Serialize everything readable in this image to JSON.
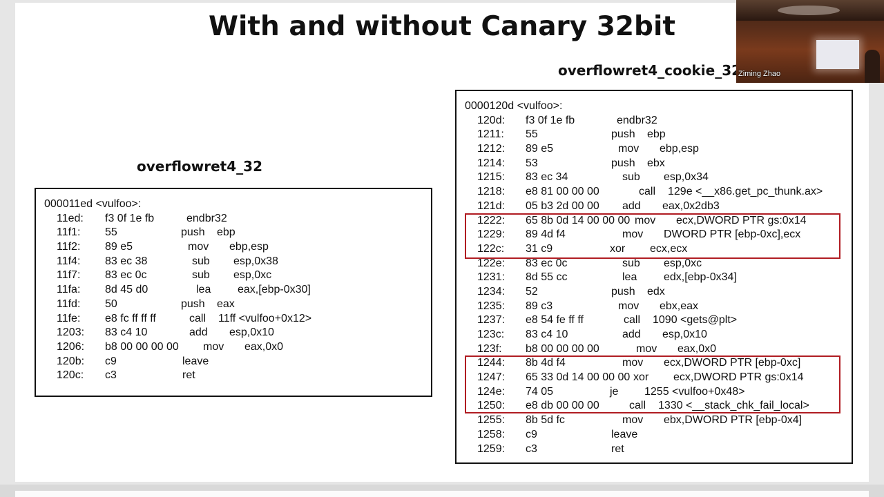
{
  "slide": {
    "title": "With and without Canary 32bit",
    "left_label": "overflowret4_32",
    "right_label": "overflowret4_cookie_32"
  },
  "video": {
    "participant_name": "Ziming Zhao"
  },
  "left_listing": [
    {
      "text": "000011ed <vulfoo>:"
    },
    {
      "addr": "11ed:",
      "bytes": "f3 0f 1e fb",
      "mnem": "endbr32",
      "ops": ""
    },
    {
      "addr": "11f1:",
      "bytes": "55",
      "mnem": "push",
      "ops": "ebp"
    },
    {
      "addr": "11f2:",
      "bytes": "89 e5",
      "mnem": "mov",
      "ops": "ebp,esp"
    },
    {
      "addr": "11f4:",
      "bytes": "83 ec 38",
      "mnem": "sub",
      "ops": "esp,0x38"
    },
    {
      "addr": "11f7:",
      "bytes": "83 ec 0c",
      "mnem": "sub",
      "ops": "esp,0xc"
    },
    {
      "addr": "11fa:",
      "bytes": "8d 45 d0",
      "mnem": "lea",
      "ops": "eax,[ebp-0x30]"
    },
    {
      "addr": "11fd:",
      "bytes": "50",
      "mnem": "push",
      "ops": "eax"
    },
    {
      "addr": "11fe:",
      "bytes": "e8 fc ff ff ff",
      "mnem": "call",
      "ops": "11ff <vulfoo+0x12>"
    },
    {
      "addr": "1203:",
      "bytes": "83 c4 10",
      "mnem": "add",
      "ops": "esp,0x10"
    },
    {
      "addr": "1206:",
      "bytes": "b8 00 00 00 00",
      "mnem": "mov",
      "ops": "eax,0x0"
    },
    {
      "addr": "120b:",
      "bytes": "c9",
      "mnem": "leave",
      "ops": ""
    },
    {
      "addr": "120c:",
      "bytes": "c3",
      "mnem": "ret",
      "ops": ""
    }
  ],
  "right_listing": [
    {
      "text": "0000120d <vulfoo>:"
    },
    {
      "addr": "120d:",
      "bytes": "f3 0f 1e fb",
      "mnem": "endbr32",
      "ops": ""
    },
    {
      "addr": "1211:",
      "bytes": "55",
      "mnem": "push",
      "ops": "ebp"
    },
    {
      "addr": "1212:",
      "bytes": "89 e5",
      "mnem": "mov",
      "ops": "ebp,esp"
    },
    {
      "addr": "1214:",
      "bytes": "53",
      "mnem": "push",
      "ops": "ebx"
    },
    {
      "addr": "1215:",
      "bytes": "83 ec 34",
      "mnem": "sub",
      "ops": "esp,0x34"
    },
    {
      "addr": "1218:",
      "bytes": "e8 81 00 00 00",
      "mnem": "call",
      "ops": "129e <__x86.get_pc_thunk.ax>"
    },
    {
      "addr": "121d:",
      "bytes": "05 b3 2d 00 00",
      "mnem": "add",
      "ops": "eax,0x2db3"
    },
    {
      "addr": "1222:",
      "bytes": "65 8b 0d 14 00 00 00",
      "mnem": "mov",
      "ops": "ecx,DWORD PTR gs:0x14"
    },
    {
      "addr": "1229:",
      "bytes": "89 4d f4",
      "mnem": "mov",
      "ops": "DWORD PTR [ebp-0xc],ecx"
    },
    {
      "addr": "122c:",
      "bytes": "31 c9",
      "mnem": "xor",
      "ops": "ecx,ecx"
    },
    {
      "addr": "122e:",
      "bytes": "83 ec 0c",
      "mnem": "sub",
      "ops": "esp,0xc"
    },
    {
      "addr": "1231:",
      "bytes": "8d 55 cc",
      "mnem": "lea",
      "ops": "edx,[ebp-0x34]"
    },
    {
      "addr": "1234:",
      "bytes": "52",
      "mnem": "push",
      "ops": "edx"
    },
    {
      "addr": "1235:",
      "bytes": "89 c3",
      "mnem": "mov",
      "ops": "ebx,eax"
    },
    {
      "addr": "1237:",
      "bytes": "e8 54 fe ff ff",
      "mnem": "call",
      "ops": "1090 <gets@plt>"
    },
    {
      "addr": "123c:",
      "bytes": "83 c4 10",
      "mnem": "add",
      "ops": "esp,0x10"
    },
    {
      "addr": "123f:",
      "bytes": "b8 00 00 00 00",
      "mnem": "mov",
      "ops": "eax,0x0"
    },
    {
      "addr": "1244:",
      "bytes": "8b 4d f4",
      "mnem": "mov",
      "ops": "ecx,DWORD PTR [ebp-0xc]"
    },
    {
      "addr": "1247:",
      "bytes": "65 33 0d 14 00 00 00",
      "mnem": "xor",
      "ops": "ecx,DWORD PTR gs:0x14"
    },
    {
      "addr": "124e:",
      "bytes": "74 05",
      "mnem": "je",
      "ops": "1255 <vulfoo+0x48>"
    },
    {
      "addr": "1250:",
      "bytes": "e8 db 00 00 00",
      "mnem": "call",
      "ops": "1330 <__stack_chk_fail_local>"
    },
    {
      "addr": "1255:",
      "bytes": "8b 5d fc",
      "mnem": "mov",
      "ops": "ebx,DWORD PTR [ebp-0x4]"
    },
    {
      "addr": "1258:",
      "bytes": "c9",
      "mnem": "leave",
      "ops": ""
    },
    {
      "addr": "1259:",
      "bytes": "c3",
      "mnem": "ret",
      "ops": ""
    }
  ],
  "highlight_color": "#b01c22"
}
